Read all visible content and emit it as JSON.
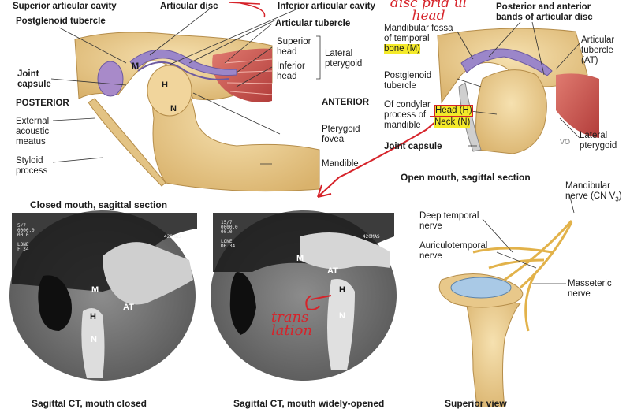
{
  "closed_diagram": {
    "labels": {
      "superior_articular_cavity": "Superior articular cavity",
      "articular_disc": "Articular disc",
      "inferior_articular_cavity": "Inferior articular cavity",
      "postglenoid_tubercle": "Postglenoid tubercle",
      "articular_tubercle": "Articular tubercle",
      "superior_head": "Superior\nhead",
      "inferior_head": "Inferior\nhead",
      "lateral_pterygoid": "Lateral\npterygoid",
      "joint_capsule": "Joint\ncapsule",
      "posterior": "POSTERIOR",
      "anterior": "ANTERIOR",
      "external_acoustic_meatus": "External\nacoustic\nmeatus",
      "pterygoid_fovea": "Pterygoid\nfovea",
      "styloid_process": "Styloid\nprocess",
      "mandible": "Mandible",
      "letter_m": "M",
      "letter_h": "H",
      "letter_n": "N"
    },
    "caption": "Closed mouth, sagittal section"
  },
  "open_diagram": {
    "labels": {
      "posterior_anterior_bands": "Posterior and anterior\nbands of articular disc",
      "mandibular_fossa": "Mandibular fossa\nof temporal",
      "bone_m": "bone (M)",
      "articular_tubercle_at": "Articular\ntubercle\n(AT)",
      "postglenoid_tubercle": "Postglenoid\ntubercle",
      "condylar_process": "Of condylar\nprocess of\nmandible",
      "head_h": "Head (H)",
      "neck_n": "Neck (N)",
      "joint_capsule": "Joint capsule",
      "lateral_pterygoid": "Lateral\npterygoid",
      "vo": "VO"
    },
    "caption": "Open mouth, sagittal section"
  },
  "ct_closed": {
    "caption": "Sagittal CT, mouth closed",
    "header_text": "5/7\n0000.0\n00.0\n\nLONE\nF 34",
    "corner_text": "420MAS",
    "letters": {
      "m": "M",
      "at": "AT",
      "h": "H",
      "n": "N"
    }
  },
  "ct_open": {
    "caption": "Sagittal CT, mouth widely-opened",
    "header_text": "15/7\n0000.0\n00.0\n\nLONE\nDP 34",
    "corner_text": "420MAS",
    "letters": {
      "m": "M",
      "at": "AT",
      "h": "H",
      "n": "N"
    }
  },
  "nerve_diagram": {
    "labels": {
      "mandibular_nerve": "Mandibular\nnerve (CN V",
      "mandibular_nerve_sub": "3",
      "mandibular_nerve_end": ")",
      "deep_temporal": "Deep temporal\nnerve",
      "auriculotemporal": "Auriculotemporal\nnerve",
      "masseteric": "Masseteric\nnerve"
    },
    "caption": "Superior view"
  },
  "annotations": {
    "top_scribble": "disc prid ul\nhead",
    "translation": "trans\nlation"
  },
  "colors": {
    "bone": "#e8c88a",
    "disc": "#9b86c9",
    "muscle": "#c9504c",
    "nerve": "#e2b24a",
    "highlight": "#f4ea2a",
    "annotation": "#d6232a"
  }
}
